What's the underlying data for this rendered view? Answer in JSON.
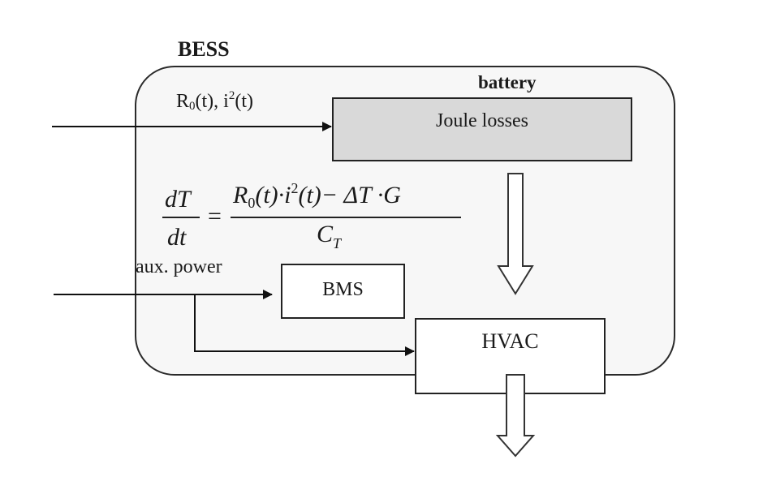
{
  "diagram": {
    "container": {
      "label": "BESS",
      "fill": "#f7f7f7",
      "stroke": "#2a2a2a"
    },
    "battery_label": "battery",
    "blocks": {
      "joule_losses": {
        "label": "Joule losses",
        "fill": "#d9d9d9"
      },
      "bms": {
        "label": "BMS",
        "fill": "#ffffff"
      },
      "hvac": {
        "label": "HVAC",
        "fill": "#ffffff"
      }
    },
    "inputs": {
      "battery_input": {
        "base": "R",
        "sub": "0",
        "rest1": "(t), i",
        "sup": "2",
        "rest2": "(t)"
      },
      "aux_power": "aux. power"
    },
    "equation": {
      "lhs_num": "dT",
      "lhs_den": "dt",
      "equals": "=",
      "rhs_num_a": "R",
      "rhs_num_a_sub": "0",
      "rhs_num_b": "(t)·i",
      "rhs_num_b_sup": "2",
      "rhs_num_c": "(t)− ΔT ·G",
      "rhs_den": "C",
      "rhs_den_sub": "T"
    },
    "edges": [
      {
        "from": "external",
        "to": "joule_losses",
        "label": "R0(t), i2(t)",
        "type": "arrow"
      },
      {
        "from": "external",
        "to": "bms",
        "label": "aux. power",
        "type": "arrow"
      },
      {
        "from": "aux_power_branch",
        "to": "hvac",
        "type": "arrow"
      },
      {
        "from": "joule_losses",
        "to": "hvac",
        "type": "block-arrow"
      },
      {
        "from": "hvac",
        "to": "external",
        "type": "block-arrow"
      }
    ]
  }
}
